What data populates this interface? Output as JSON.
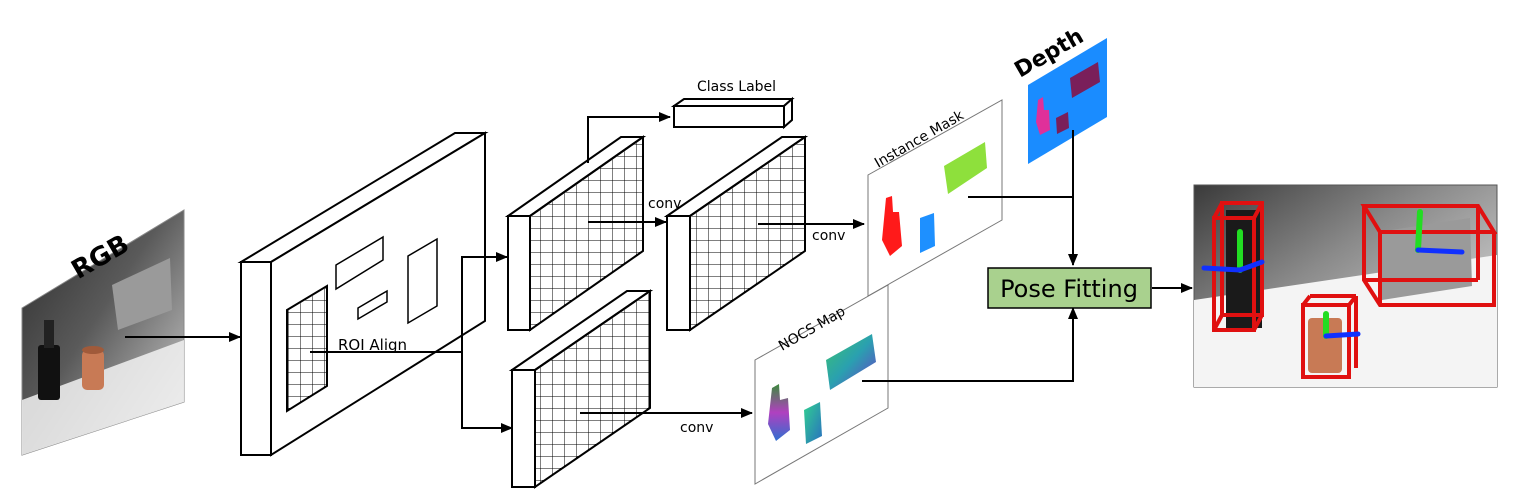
{
  "labels": {
    "rgb": "RGB",
    "roi_align": "ROI Align",
    "class_label": "Class Label",
    "conv_top_1": "conv",
    "conv_top_2": "conv",
    "conv_bottom": "conv",
    "instance_mask": "Instance Mask",
    "nocs_map": "NOCS Map",
    "depth": "Depth",
    "pose_fitting": "Pose Fitting"
  },
  "colors": {
    "mask_red": "#ff1a1a",
    "mask_blue": "#1e90ff",
    "mask_green": "#8ee03c",
    "depth_bg": "#1a8cff",
    "pose_box_fill": "#a9d18e",
    "bbox_red": "#e01010",
    "axis_green": "#22dd22",
    "axis_blue": "#1030ff"
  }
}
